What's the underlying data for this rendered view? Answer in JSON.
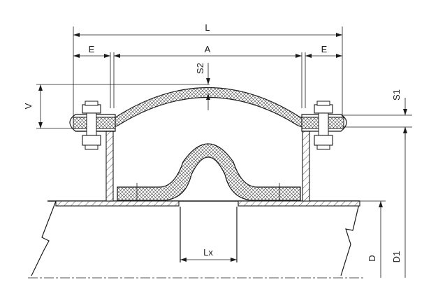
{
  "title": "",
  "colors": {
    "ink": "#1a1a1a",
    "hatch": "#444444",
    "background": "#ffffff"
  },
  "labels": {
    "L": "L",
    "E_left": "E",
    "E_right": "E",
    "A": "A",
    "S2": "S2",
    "S1": "S1",
    "V": "V",
    "Lx": "Lx",
    "D": "D",
    "D1": "D1"
  }
}
